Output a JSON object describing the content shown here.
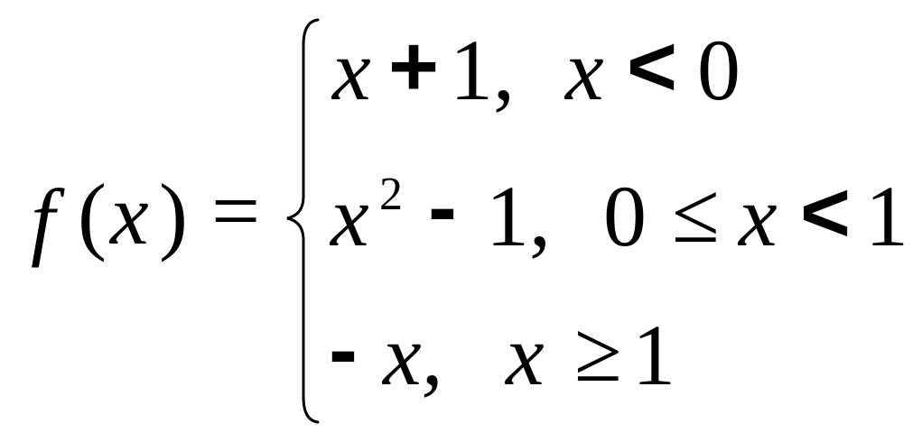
{
  "formula": {
    "lhs": {
      "func": "f",
      "open_paren": "(",
      "var": "x",
      "close_paren": ")",
      "equals": "="
    },
    "cases": [
      {
        "expr": {
          "var": "x",
          "op": "+",
          "const": "1,"
        },
        "cond": {
          "var": "x",
          "rel": "<",
          "val": "0"
        }
      },
      {
        "expr": {
          "var": "x",
          "exp": "2",
          "op": "-",
          "const": "1,"
        },
        "cond": {
          "low": "0",
          "rel1": "≤",
          "var": "x",
          "rel2": "<",
          "high": "1"
        }
      },
      {
        "expr": {
          "op": "-",
          "var": "x,"
        },
        "cond": {
          "var": "x",
          "rel": "≥",
          "val": "1"
        }
      }
    ]
  }
}
